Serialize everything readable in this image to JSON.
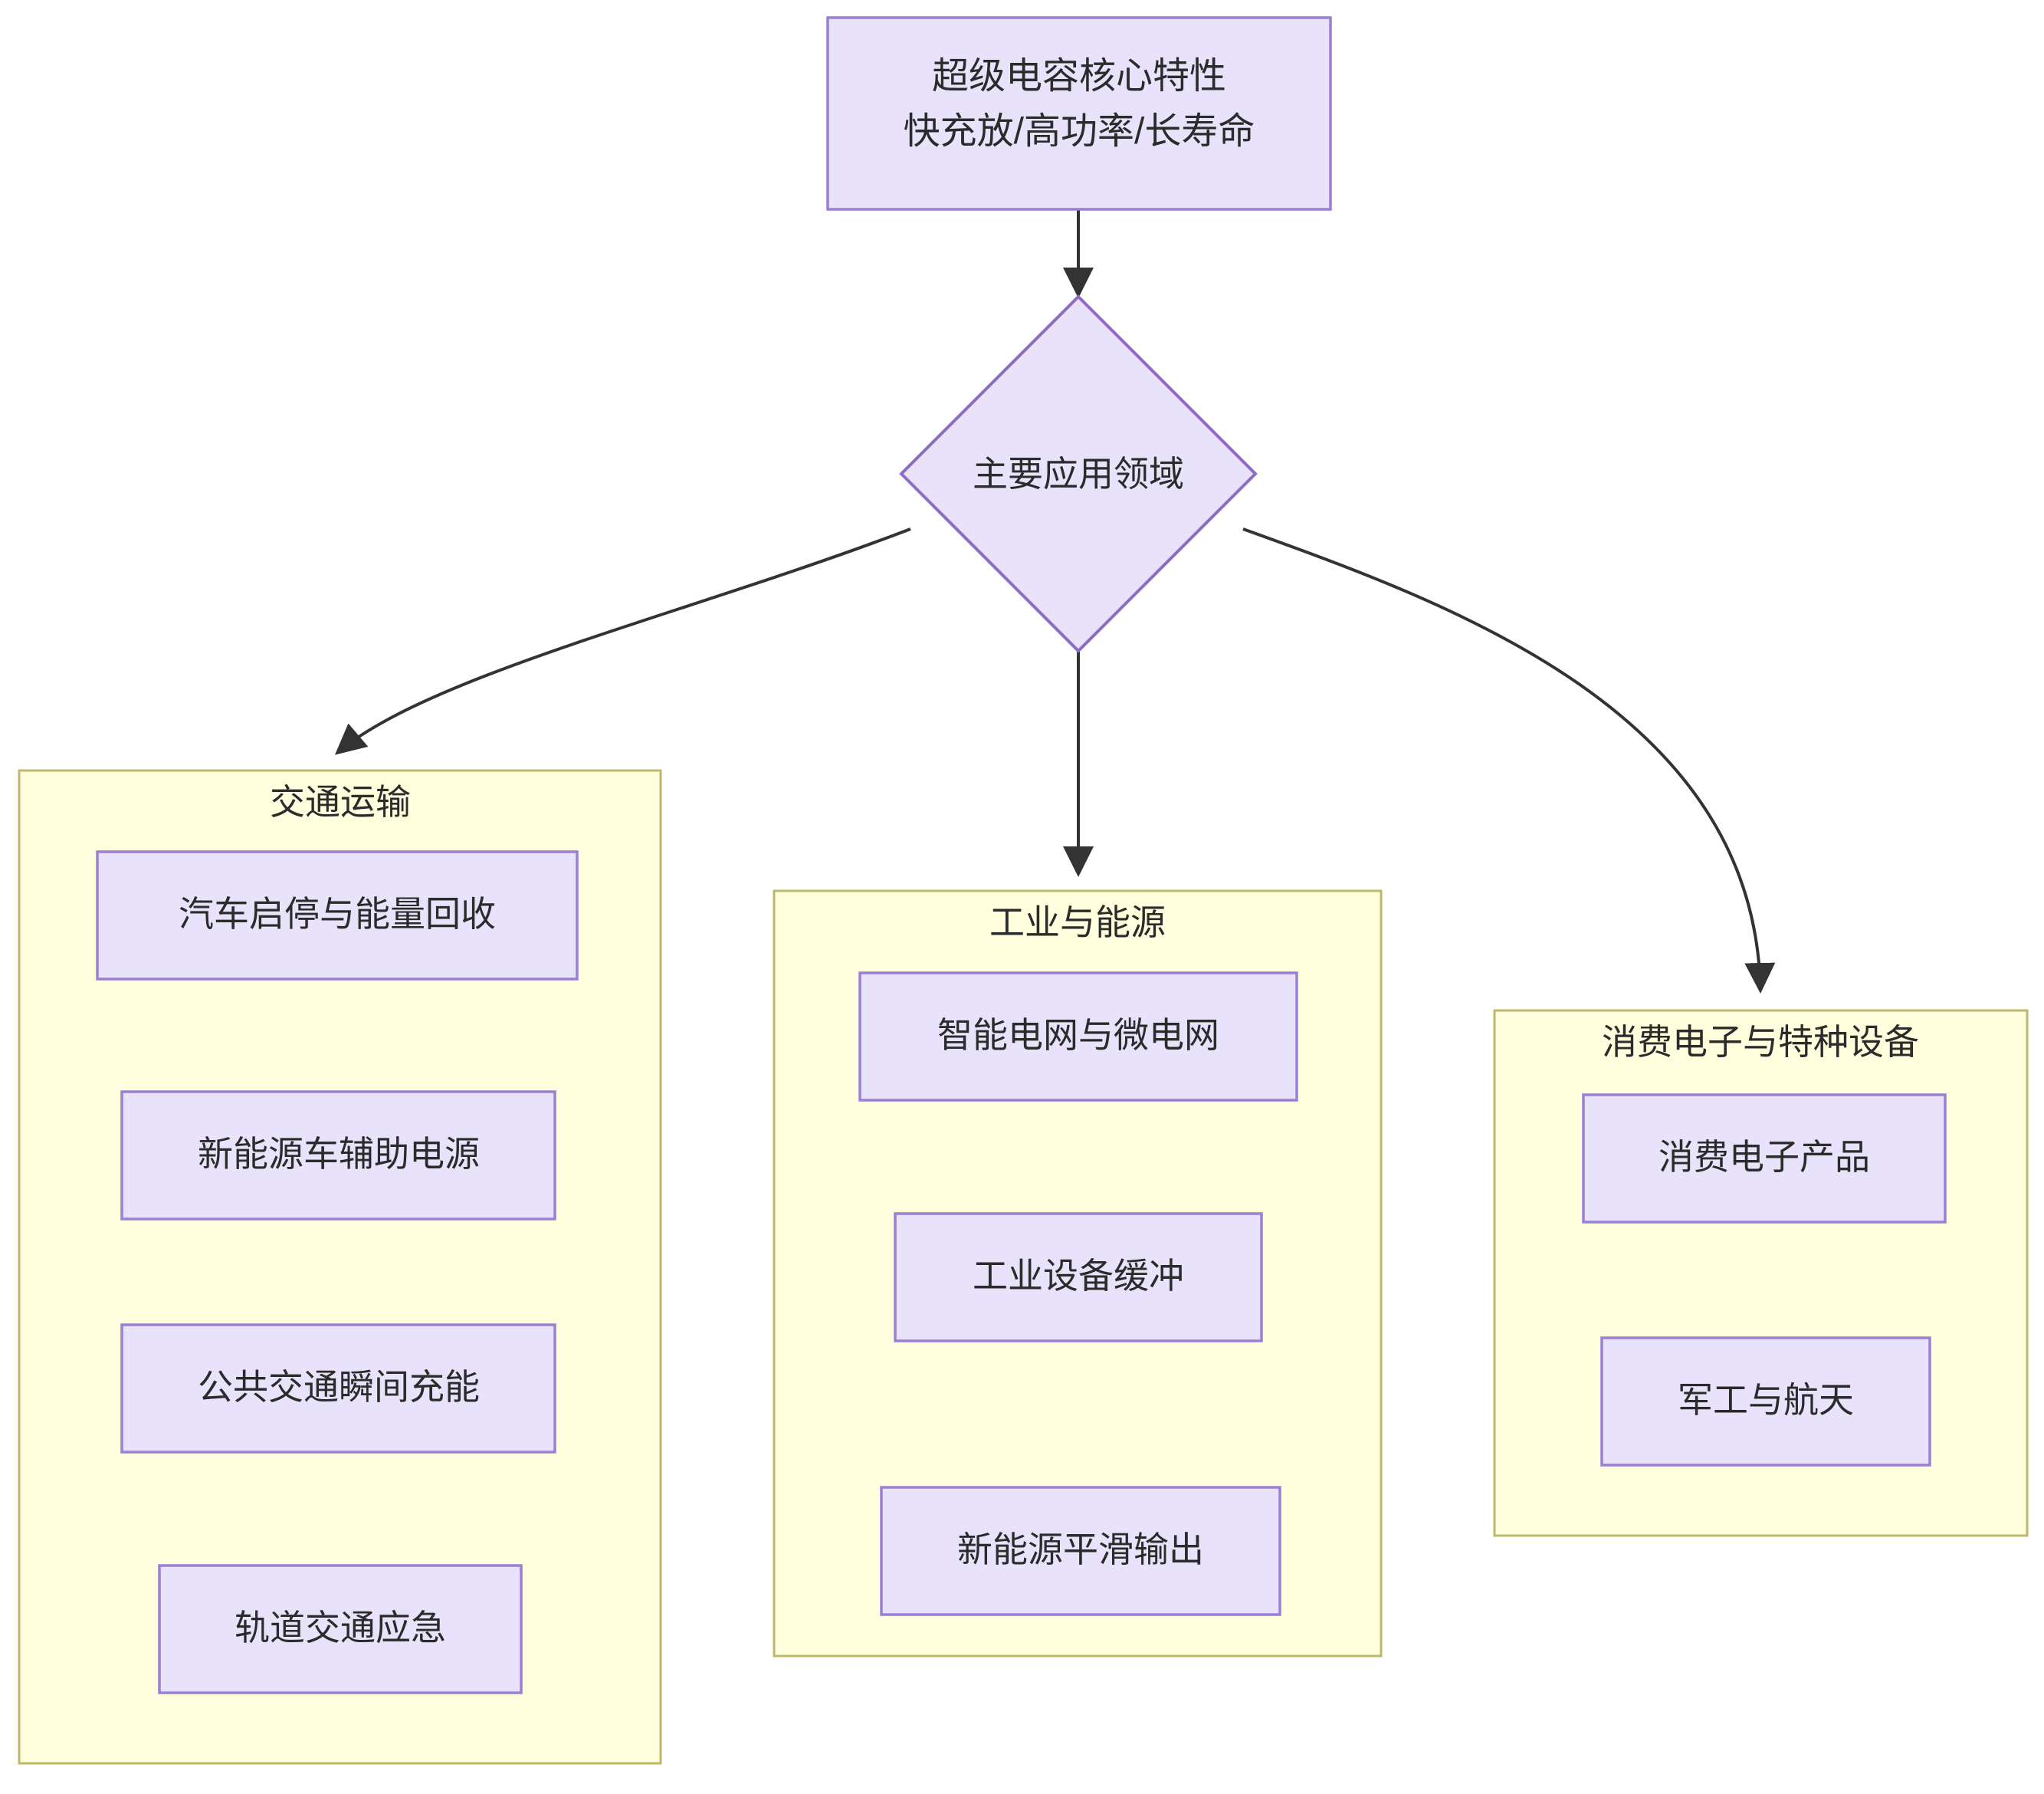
{
  "diagram": {
    "type": "flowchart",
    "direction": "top-down",
    "root_node": {
      "line1": "超级电容核心特性",
      "line2": "快充放/高功率/长寿命"
    },
    "decision_node": {
      "label": "主要应用领域"
    },
    "clusters": [
      {
        "title": "交通运输",
        "nodes": [
          "汽车启停与能量回收",
          "新能源车辅助电源",
          "公共交通瞬间充能",
          "轨道交通应急"
        ]
      },
      {
        "title": "工业与能源",
        "nodes": [
          "智能电网与微电网",
          "工业设备缓冲",
          "新能源平滑输出"
        ]
      },
      {
        "title": "消费电子与特种设备",
        "nodes": [
          "消费电子产品",
          "军工与航天"
        ]
      }
    ],
    "edges": [
      {
        "from": "超级电容核心特性",
        "to": "主要应用领域"
      },
      {
        "from": "主要应用领域",
        "to": "交通运输"
      },
      {
        "from": "主要应用领域",
        "to": "工业与能源"
      },
      {
        "from": "主要应用领域",
        "to": "消费电子与特种设备"
      }
    ]
  },
  "colors": {
    "node_fill": "#e8e3fb",
    "node_stroke": "#9b7fd4",
    "cluster_fill": "#ffffde",
    "cluster_stroke": "#bdb86a",
    "edge_stroke": "#333333",
    "text": "#2b2b2b",
    "background": "#ffffff"
  }
}
